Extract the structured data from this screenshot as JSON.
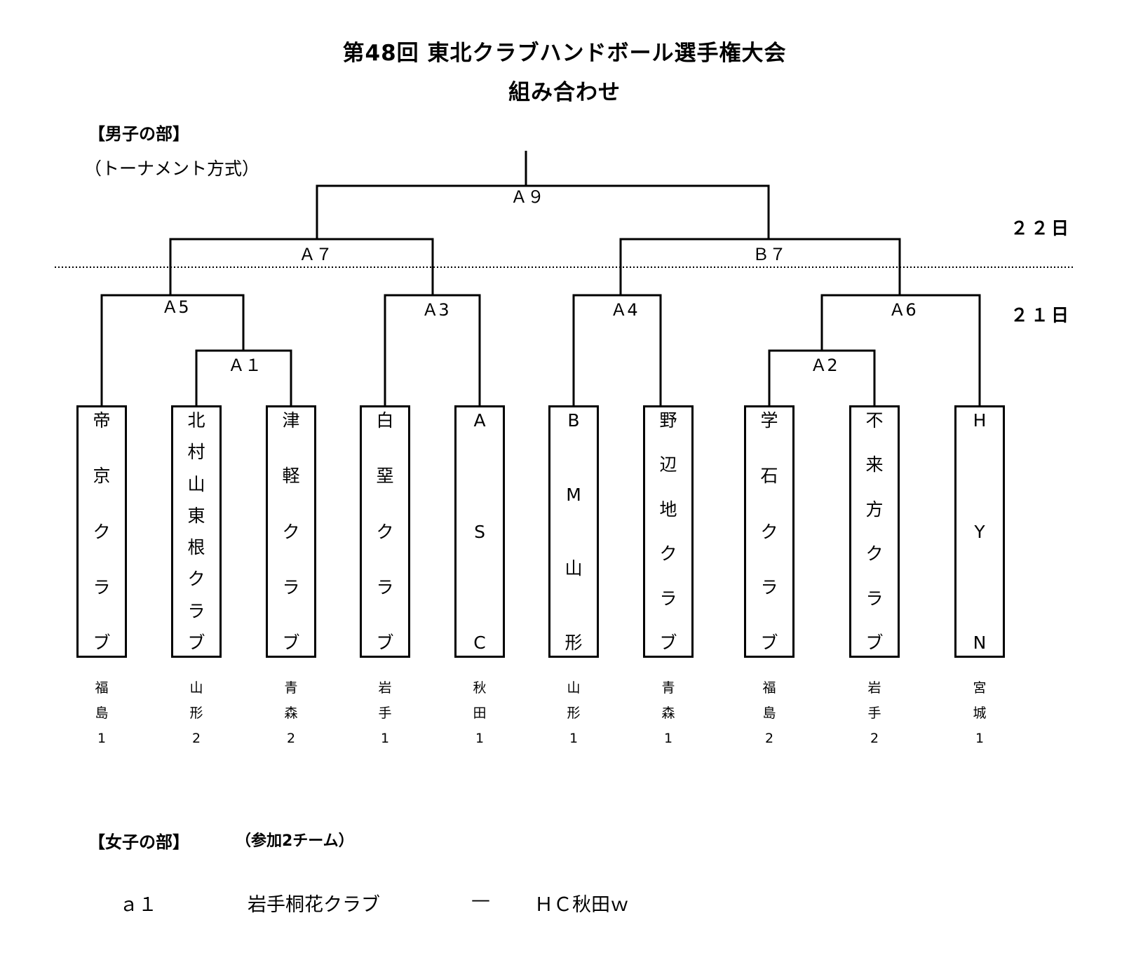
{
  "title": {
    "line1": "第48回 東北クラブハンドボール選手権大会",
    "line2": "組み合わせ"
  },
  "men": {
    "heading": "【男子の部】",
    "format": "（トーナメント方式）",
    "day_labels": {
      "day22": "２２日",
      "day21": "２１日"
    },
    "matches": {
      "a9": "Ａ９",
      "a7": "Ａ７",
      "b7": "Ｂ７",
      "a5": "Ａ5",
      "a3": "Ａ3",
      "a4": "Ａ4",
      "a6": "Ａ6",
      "a1": "Ａ１",
      "a2": "Ａ2"
    },
    "teams": [
      {
        "chars": [
          "帝",
          "京",
          "ク",
          "ラ",
          "ブ"
        ],
        "pref": [
          "福",
          "島",
          "1"
        ]
      },
      {
        "chars": [
          "北",
          "村",
          "山",
          "東",
          "根",
          "ク",
          "ラ",
          "ブ"
        ],
        "pref": [
          "山",
          "形",
          "2"
        ]
      },
      {
        "chars": [
          "津",
          "軽",
          "ク",
          "ラ",
          "ブ"
        ],
        "pref": [
          "青",
          "森",
          "2"
        ]
      },
      {
        "chars": [
          "白",
          "堊",
          "ク",
          "ラ",
          "ブ"
        ],
        "pref": [
          "岩",
          "手",
          "1"
        ]
      },
      {
        "chars": [
          "A",
          "S",
          "C"
        ],
        "pref": [
          "秋",
          "田",
          "1"
        ]
      },
      {
        "chars": [
          "B",
          "M",
          "山",
          "形"
        ],
        "pref": [
          "山",
          "形",
          "1"
        ]
      },
      {
        "chars": [
          "野",
          "辺",
          "地",
          "ク",
          "ラ",
          "ブ"
        ],
        "pref": [
          "青",
          "森",
          "1"
        ]
      },
      {
        "chars": [
          "学",
          "石",
          "ク",
          "ラ",
          "ブ"
        ],
        "pref": [
          "福",
          "島",
          "2"
        ]
      },
      {
        "chars": [
          "不",
          "来",
          "方",
          "ク",
          "ラ",
          "ブ"
        ],
        "pref": [
          "岩",
          "手",
          "2"
        ]
      },
      {
        "chars": [
          "H",
          "Y",
          "N"
        ],
        "pref": [
          "宮",
          "城",
          "1"
        ]
      }
    ]
  },
  "women": {
    "heading": "【女子の部】",
    "note": "（参加2チーム）",
    "match_id": "ａ１",
    "team1": "岩手桐花クラブ",
    "dash": "—",
    "team2": "ＨＣ秋田ｗ"
  }
}
